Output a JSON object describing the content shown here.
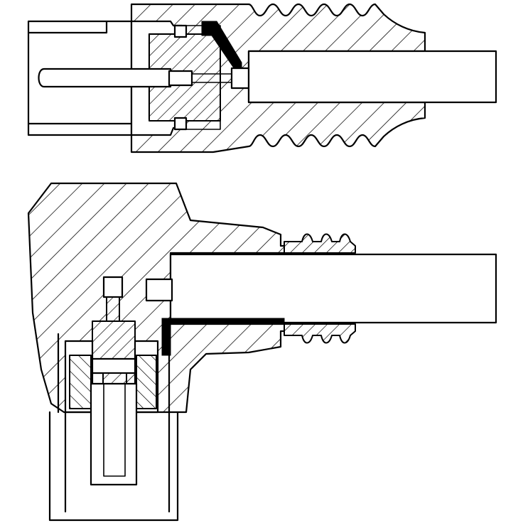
{
  "figure": {
    "parts": [
      {
        "name": "straight-connector",
        "components": [
          "threaded-body",
          "insulator",
          "center-pin",
          "cable",
          "shell-sleeve"
        ]
      },
      {
        "name": "right-angle-connector",
        "components": [
          "angled-body",
          "threaded-collar",
          "cable",
          "pin-contact",
          "socket-sleeve"
        ]
      }
    ],
    "style": {
      "line_color": "#000000",
      "fill_color": "#ffffff"
    }
  }
}
